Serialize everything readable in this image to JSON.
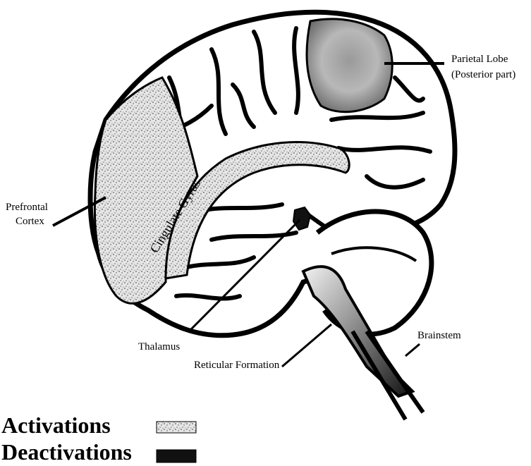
{
  "labels": {
    "parietal_line1": "Parietal Lobe",
    "parietal_line2": "(Posterior part)",
    "prefrontal_line1": "Prefrontal",
    "prefrontal_line2": "Cortex",
    "cingulate": "Cingulate Gyrus",
    "thalamus": "Thalamus",
    "reticular": "Reticular Formation",
    "brainstem": "Brainstem"
  },
  "legend": {
    "activations": "Activations",
    "deactivations": "Deactivations"
  },
  "colors": {
    "ink": "#000000",
    "activation_fill": "#b9b9b9",
    "deactivation_fill": "#111111",
    "background": "#ffffff"
  }
}
